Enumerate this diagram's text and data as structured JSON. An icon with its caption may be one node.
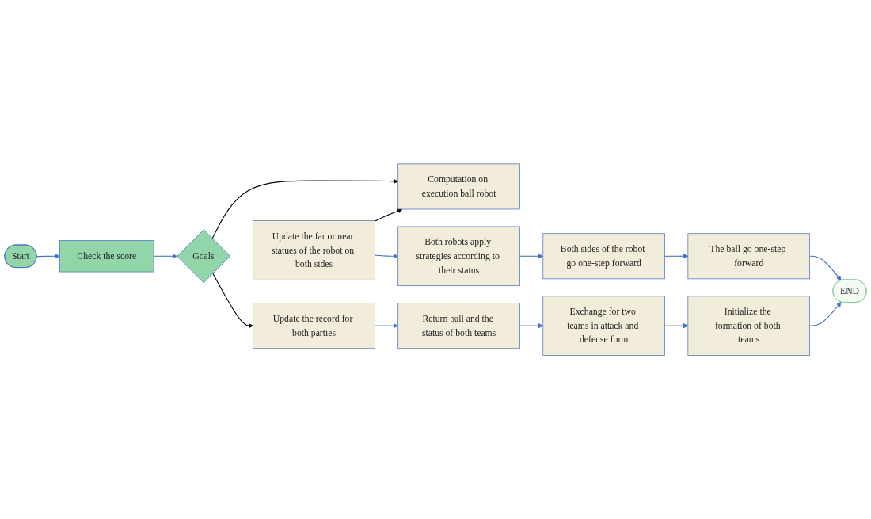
{
  "diagram": {
    "nodes": [
      {
        "text": [
          "Start"
        ]
      },
      {
        "text": [
          "Check the score"
        ]
      },
      {
        "text": [
          "Goals"
        ]
      },
      {
        "text": [
          "Computation on execution ball robot"
        ]
      },
      {
        "text": [
          "Update the far or near statues of the robot on both sides"
        ]
      },
      {
        "text": [
          "Both robots apply strategies according to their status"
        ]
      },
      {
        "text": [
          "Both sides of the robot go one-step forward"
        ]
      },
      {
        "text": [
          "The ball go one-step forward"
        ]
      },
      {
        "text": [
          "END"
        ]
      },
      {
        "text": [
          "Update the record for both parties"
        ]
      },
      {
        "text": [
          "Return ball and the status of both teams"
        ]
      },
      {
        "text": [
          "Exchange for two teams in attack and defense form"
        ]
      },
      {
        "text": [
          "Initialize the formation of both teams"
        ]
      }
    ],
    "edges": [
      {
        "from": 0,
        "to": 1,
        "arrow": "to"
      },
      {
        "from": 1,
        "to": 2,
        "arrow": "to"
      },
      {
        "from": 2,
        "to": 3,
        "arrow": "to",
        "color": "#000000"
      },
      {
        "from": 2,
        "to": 9,
        "arrow": "to",
        "color": "#000000"
      },
      {
        "from": 4,
        "to": 3,
        "arrow": "to",
        "color": "#000000"
      },
      {
        "from": 4,
        "to": 5,
        "arrow": "to"
      },
      {
        "from": 5,
        "to": 6,
        "arrow": "to"
      },
      {
        "from": 6,
        "to": 7,
        "arrow": "to"
      },
      {
        "from": 7,
        "to": 8,
        "arrow": "to"
      },
      {
        "from": 9,
        "to": 10,
        "arrow": "to"
      },
      {
        "from": 10,
        "to": 11,
        "arrow": "to"
      },
      {
        "from": 11,
        "to": 12,
        "arrow": "to"
      },
      {
        "from": 12,
        "to": 8,
        "arrow": "to"
      }
    ]
  }
}
